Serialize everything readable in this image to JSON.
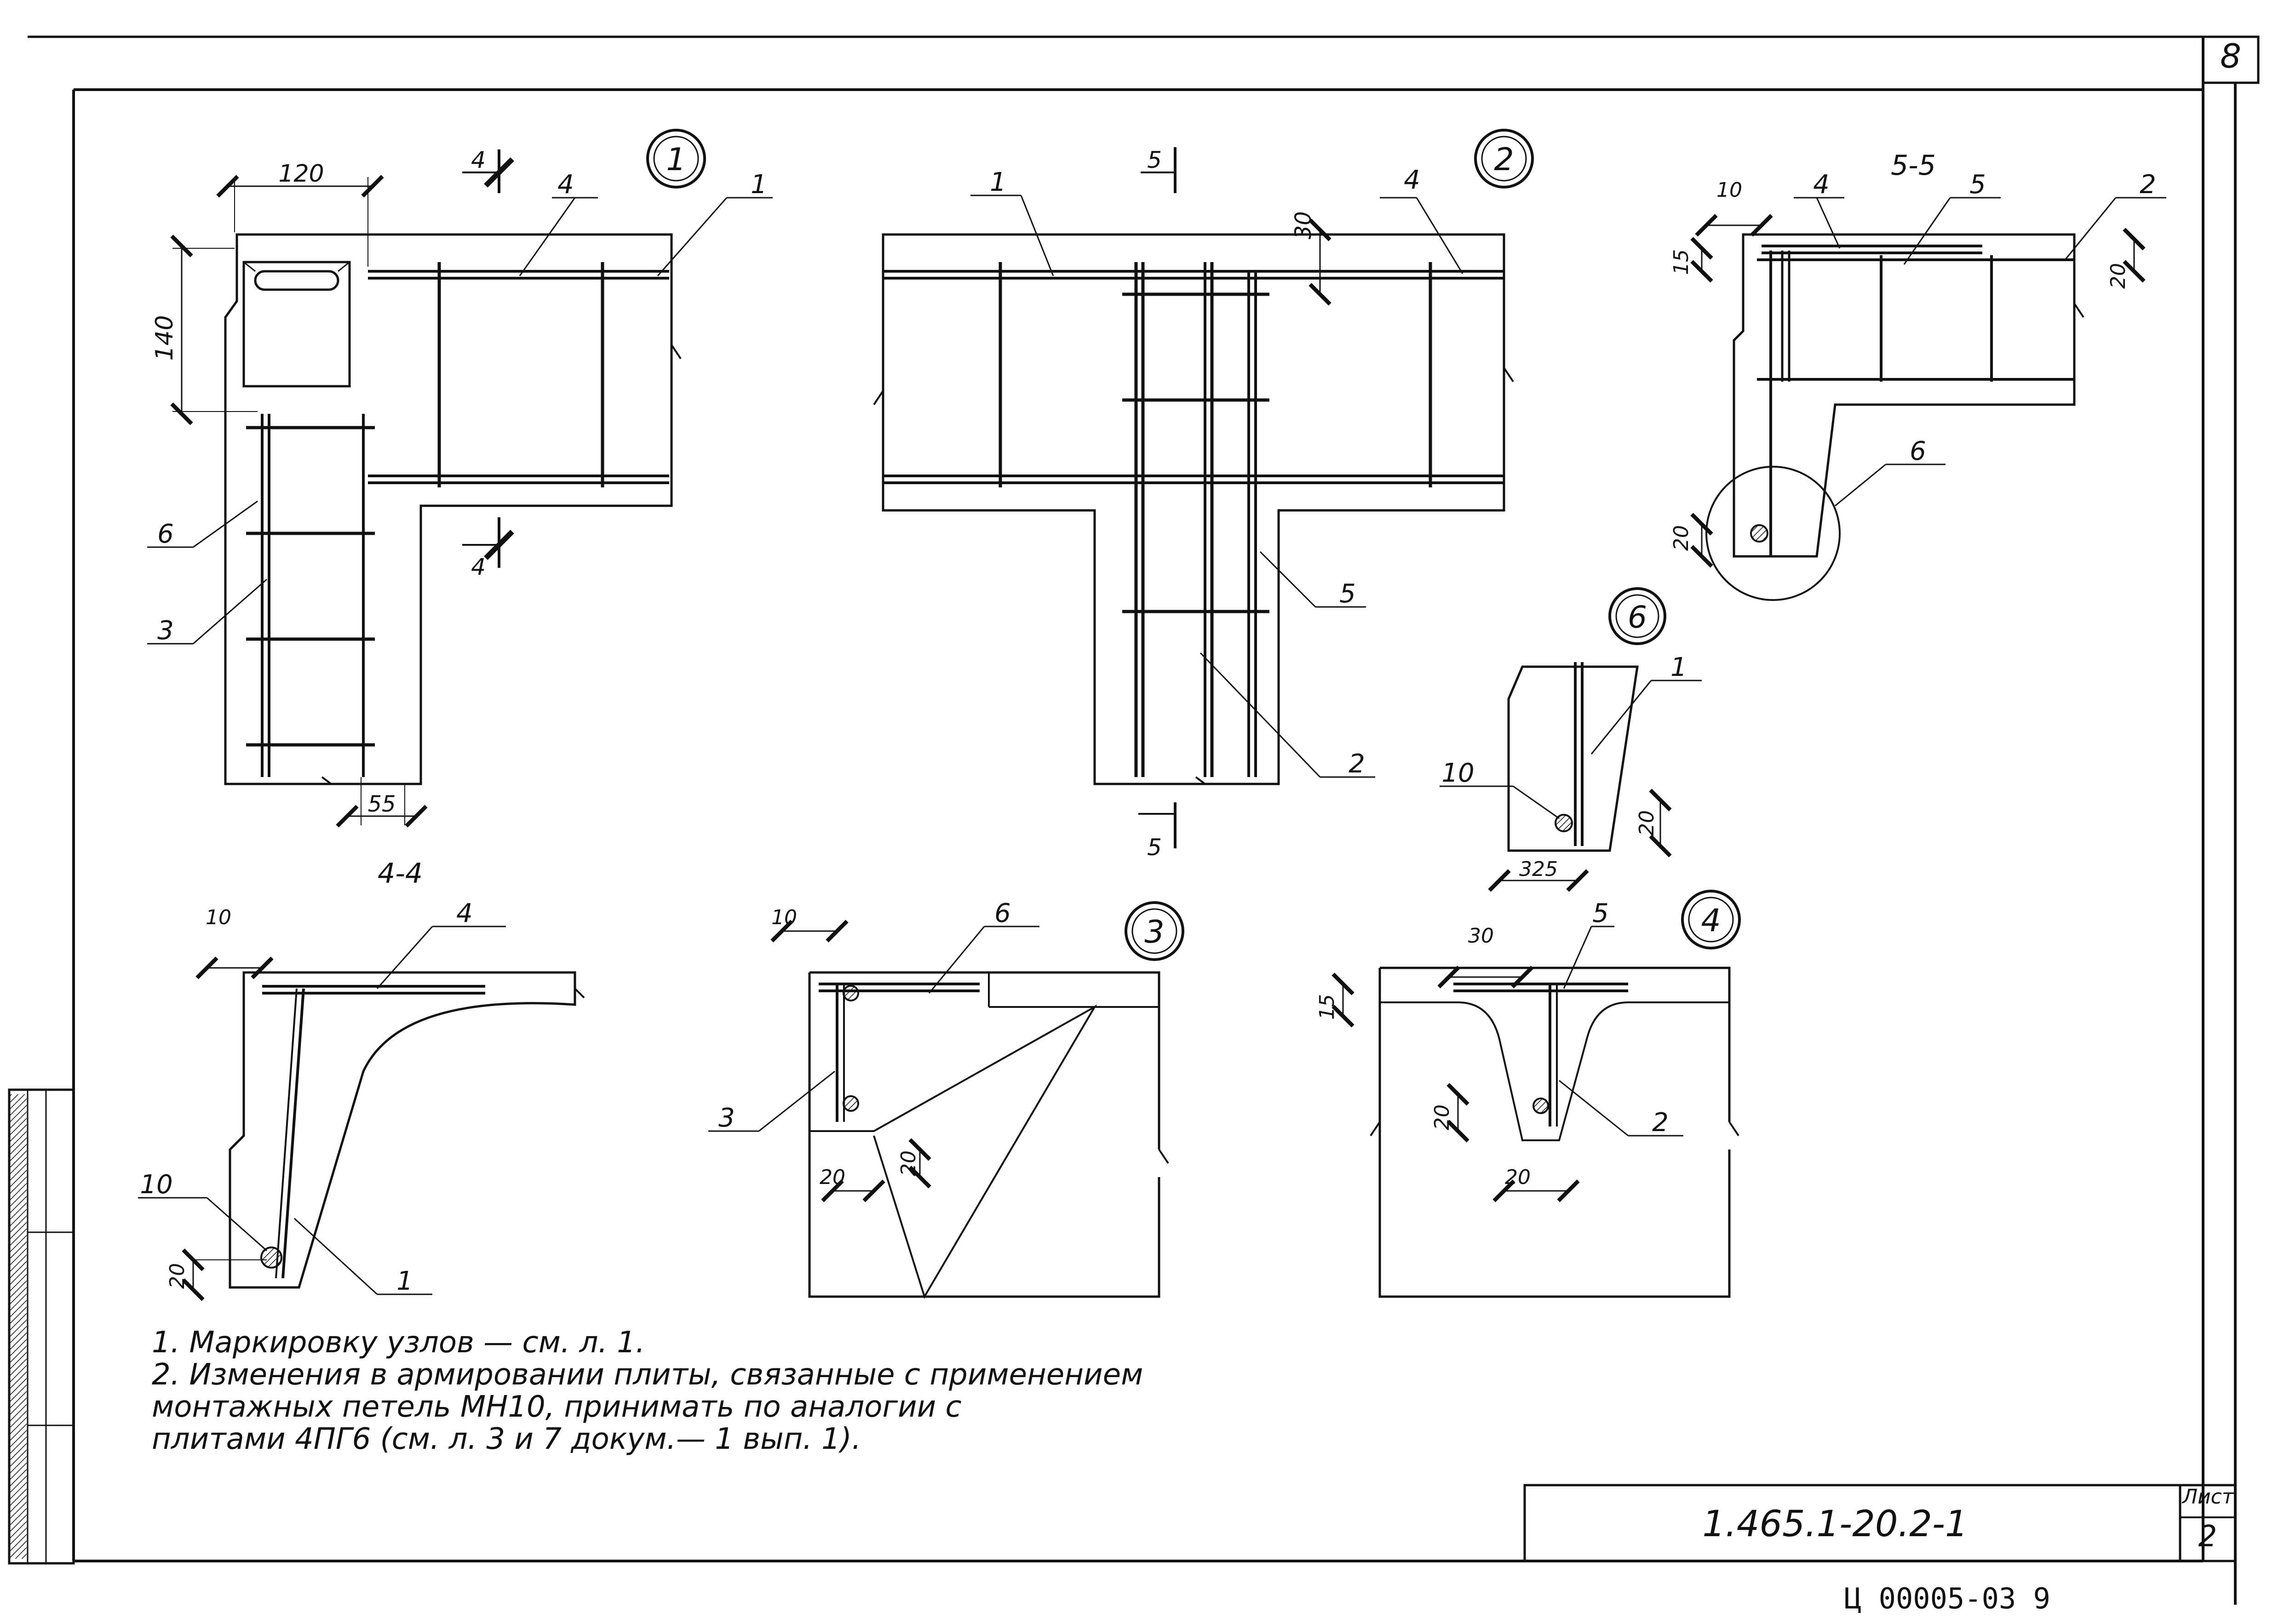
{
  "sheet": {
    "corner_number": "8",
    "archive_code": "Ц 00005-03   9",
    "document_code": "1.465.1-20.2-1",
    "list_label": "Лист",
    "list_number": "2"
  },
  "notes": [
    "1. Маркировку узлов — см. л. 1.",
    "2. Изменения в армировании плиты, связанные с применением",
    "монтажных петель МН10, принимать по аналогии с",
    "плитами 4ПГ6 (см. л. 3 и 7 докум.— 1 вып. 1)."
  ],
  "node_markers": [
    "1",
    "2",
    "3",
    "4",
    "6"
  ],
  "section_labels": {
    "s44": "4-4",
    "s55": "5-5",
    "cut4": "4",
    "cut5": "5"
  },
  "node1": {
    "dims": [
      "120",
      "140",
      "55"
    ],
    "callouts": [
      "4",
      "1",
      "6",
      "3"
    ]
  },
  "node2": {
    "dims": [
      "30"
    ],
    "callouts": [
      "1",
      "4",
      "5",
      "2"
    ]
  },
  "sec55": {
    "dims": [
      "10",
      "15",
      "20",
      "20"
    ],
    "callouts": [
      "4",
      "5",
      "2",
      "6"
    ]
  },
  "node6": {
    "dims": [
      "20",
      "325"
    ],
    "callouts": [
      "1",
      "10"
    ]
  },
  "sec44": {
    "dims": [
      "10",
      "20"
    ],
    "callouts": [
      "4",
      "10",
      "1"
    ]
  },
  "node3": {
    "dims": [
      "10",
      "20",
      "20"
    ],
    "callouts": [
      "6",
      "3"
    ]
  },
  "node4": {
    "dims": [
      "30",
      "15",
      "20",
      "20"
    ],
    "callouts": [
      "5",
      "2"
    ]
  }
}
